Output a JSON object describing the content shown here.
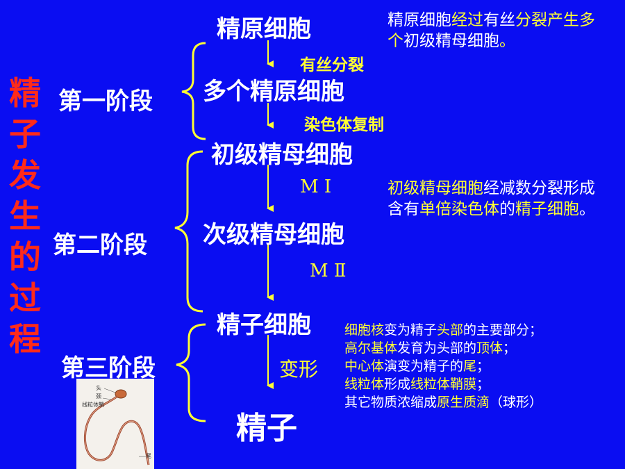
{
  "title": "精子发生的过程",
  "stages": {
    "s1": "第一阶段",
    "s2": "第二阶段",
    "s3": "第三阶段"
  },
  "nodes": {
    "n1": "精原细胞",
    "n2": "多个精原细胞",
    "n3": "初级精母细胞",
    "n4": "次级精母细胞",
    "n5": "精子细胞",
    "n6": "精子"
  },
  "processes": {
    "p1": "有丝分裂",
    "p2": "染色体复制",
    "p3": "M Ⅰ",
    "p4": "M Ⅱ",
    "p5": "变形"
  },
  "note1": [
    {
      "t": "精原细胞",
      "c": "white"
    },
    {
      "t": "经过",
      "c": "yellow"
    },
    {
      "t": "有丝",
      "c": "white"
    },
    {
      "t": "分裂产生多个",
      "c": "yellow"
    },
    {
      "t": "初级精母细胞",
      "c": "white"
    },
    {
      "t": "。",
      "c": "yellow"
    }
  ],
  "note2": [
    {
      "t": "初级精母细胞",
      "c": "yellow"
    },
    {
      "t": "经减数分裂形成含有",
      "c": "white"
    },
    {
      "t": "单倍染色体",
      "c": "yellow"
    },
    {
      "t": "的",
      "c": "white"
    },
    {
      "t": "精子细胞",
      "c": "yellow"
    },
    {
      "t": "。",
      "c": "white"
    }
  ],
  "note3": [
    [
      {
        "t": "细胞核",
        "c": "yellow"
      },
      {
        "t": "变为精子",
        "c": "white"
      },
      {
        "t": "头部",
        "c": "yellow"
      },
      {
        "t": "的主要部分；",
        "c": "white"
      }
    ],
    [
      {
        "t": "高尔基体",
        "c": "yellow"
      },
      {
        "t": "发育为头部的",
        "c": "white"
      },
      {
        "t": "顶体",
        "c": "yellow"
      },
      {
        "t": "；",
        "c": "white"
      }
    ],
    [
      {
        "t": "中心体",
        "c": "yellow"
      },
      {
        "t": "演变为精子的",
        "c": "white"
      },
      {
        "t": "尾",
        "c": "yellow"
      },
      {
        "t": "；",
        "c": "white"
      }
    ],
    [
      {
        "t": "线粒体",
        "c": "yellow"
      },
      {
        "t": "形成",
        "c": "white"
      },
      {
        "t": "线粒体鞘膜",
        "c": "yellow"
      },
      {
        "t": "；",
        "c": "white"
      }
    ],
    [
      {
        "t": "其它物质浓缩成",
        "c": "white"
      },
      {
        "t": "原生质滴",
        "c": "yellow"
      },
      {
        "t": "（球形）",
        "c": "white"
      }
    ]
  ],
  "image_labels": {
    "head": "头",
    "neck": "颈",
    "mito": "线粒体鞘",
    "tail": "尾"
  },
  "colors": {
    "background": "#0a0df2",
    "title": "#ff2a1a",
    "highlight": "#ffff33",
    "text": "#ffffff",
    "brace": "#ffff33"
  }
}
